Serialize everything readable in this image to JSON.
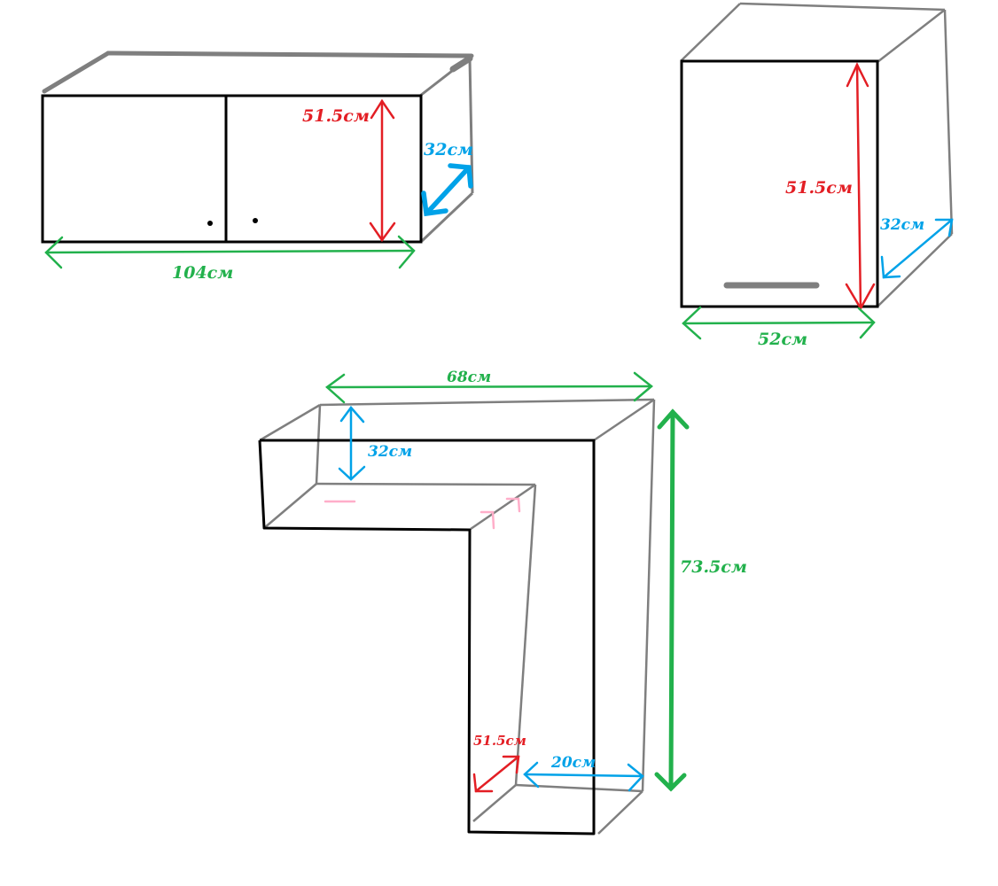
{
  "colors": {
    "background": "#ffffff",
    "outline": "#000000",
    "edge_gray": "#7f7f7f",
    "height_red": "#e31e24",
    "width_green": "#22b14c",
    "depth_blue": "#00a2e8",
    "note_pink": "#ffaec9"
  },
  "wide_cabinet": {
    "width_label": "104см",
    "height_label": "51.5см",
    "depth_label": "32см"
  },
  "tall_cabinet": {
    "width_label": "52см",
    "height_label": "51.5см",
    "depth_label": "32см"
  },
  "corner_shelf": {
    "width_label": "68см",
    "height_label": "73.5см",
    "top_depth_label": "32см",
    "small_height_label": "51.5см",
    "bottom_depth_label": "20см"
  }
}
